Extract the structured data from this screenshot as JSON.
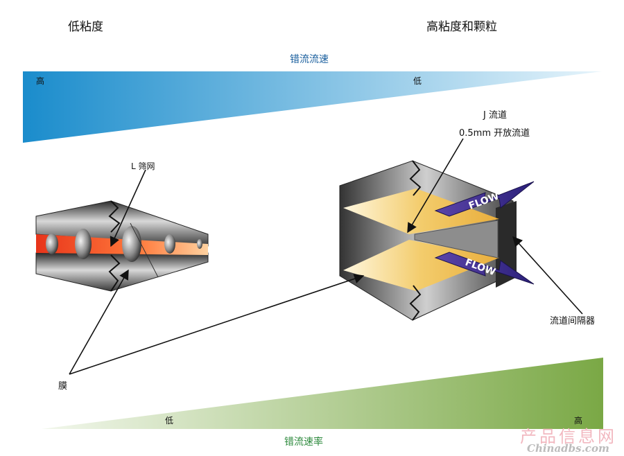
{
  "headings": {
    "left": "低粘度",
    "right": "高粘度和颗粒"
  },
  "shear_bar": {
    "title": "错流流速",
    "high": "高",
    "low": "低",
    "color_dark": "#1a8ccc",
    "color_light": "#e6f4fb"
  },
  "rate_bar": {
    "title": "错流速率",
    "low": "低",
    "high": "高",
    "color_dark": "#7aa845",
    "color_light": "#f2f7ec"
  },
  "labels": {
    "screen": "L 筛网",
    "channel": "J 流道",
    "open_channel": "0.5mm 开放流道",
    "spacer": "流道间隔器",
    "membrane": "膜",
    "flow": "FLOW"
  },
  "watermark": {
    "cn": "产品信息网",
    "en": "Chinadbs.com"
  }
}
